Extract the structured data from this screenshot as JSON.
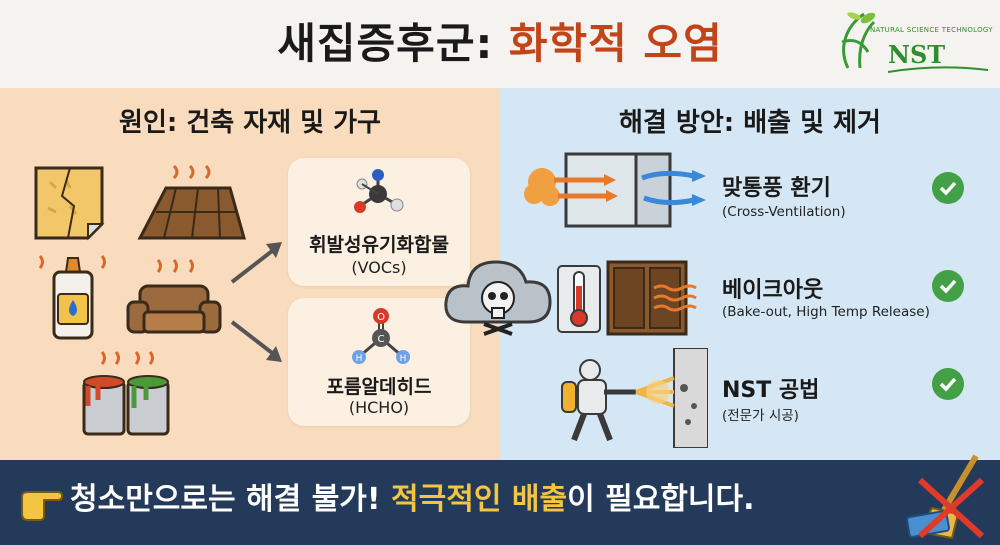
{
  "header": {
    "title_main": "새집증후군:",
    "title_accent": "화학적 오염",
    "logo_tagline": "NATURAL SCIENCE TECHNOLOGY",
    "logo_text": "NST"
  },
  "cause": {
    "title": "원인: 건축 자재 및 가구",
    "cards": [
      {
        "korean": "휘발성유기화합물",
        "english": "(VOCs)"
      },
      {
        "korean": "포름알데히드",
        "english": "(HCHO)"
      }
    ]
  },
  "solution": {
    "title": "해결 방안: 배출 및 제거",
    "items": [
      {
        "title": "맞통풍 환기",
        "subtitle": "(Cross-Ventilation)"
      },
      {
        "title": "베이크아웃",
        "subtitle": "(Bake-out, High Temp Release)"
      },
      {
        "title": "NST 공법",
        "subtitle": "(전문가 시공)"
      }
    ]
  },
  "footer": {
    "text_1": "청소만으로는 해결 불가! ",
    "text_highlight": "적극적인 배출",
    "text_2": "이 필요합니다."
  },
  "colors": {
    "accent": "#c2441b",
    "cause_bg": "#f9dcbd",
    "solution_bg": "#d5e7f4",
    "footer_bg": "#243a5a",
    "highlight": "#f4c542",
    "check": "#43a047"
  },
  "icons": [
    "wallpaper-icon",
    "wood-floor-icon",
    "glue-bottle-icon",
    "sofa-icon",
    "paint-cans-icon",
    "voc-molecule-icon",
    "formaldehyde-molecule-icon",
    "toxic-cloud-icon",
    "window-airflow-icon",
    "thermometer-icon",
    "heated-cabinet-icon",
    "sprayer-worker-icon",
    "check-icon",
    "pointing-hand-icon",
    "broom-crossed-icon",
    "nst-logo-icon"
  ]
}
